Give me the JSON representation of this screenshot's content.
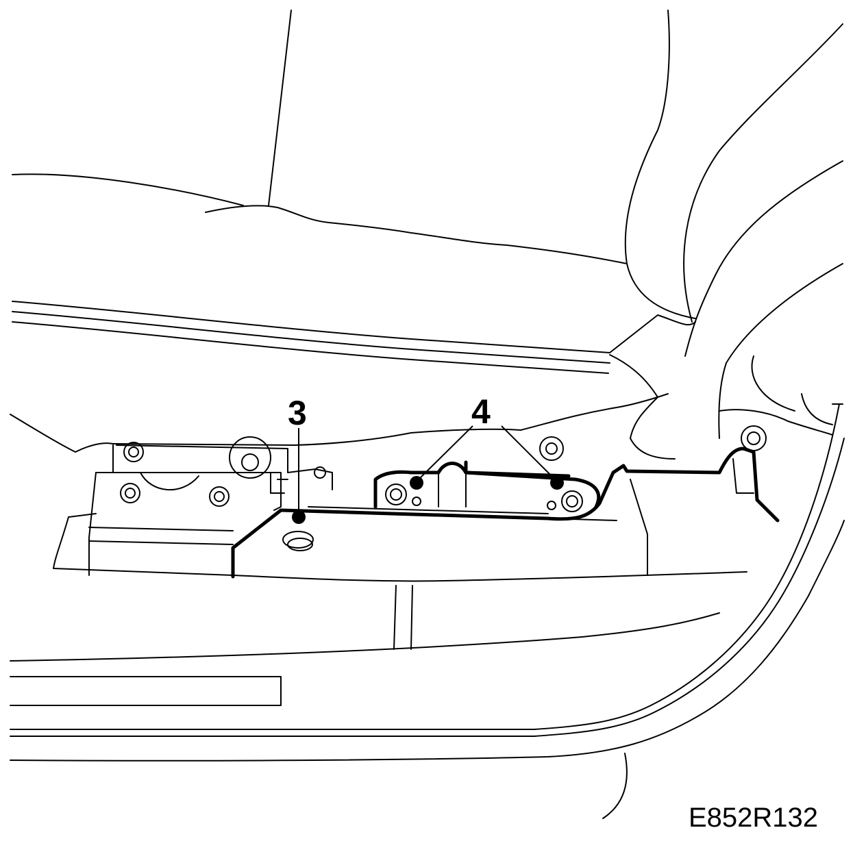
{
  "callouts": {
    "item_3": "3",
    "item_4": "4"
  },
  "figure_id": "E852R132",
  "colors": {
    "line": "#000000",
    "background": "#ffffff"
  }
}
